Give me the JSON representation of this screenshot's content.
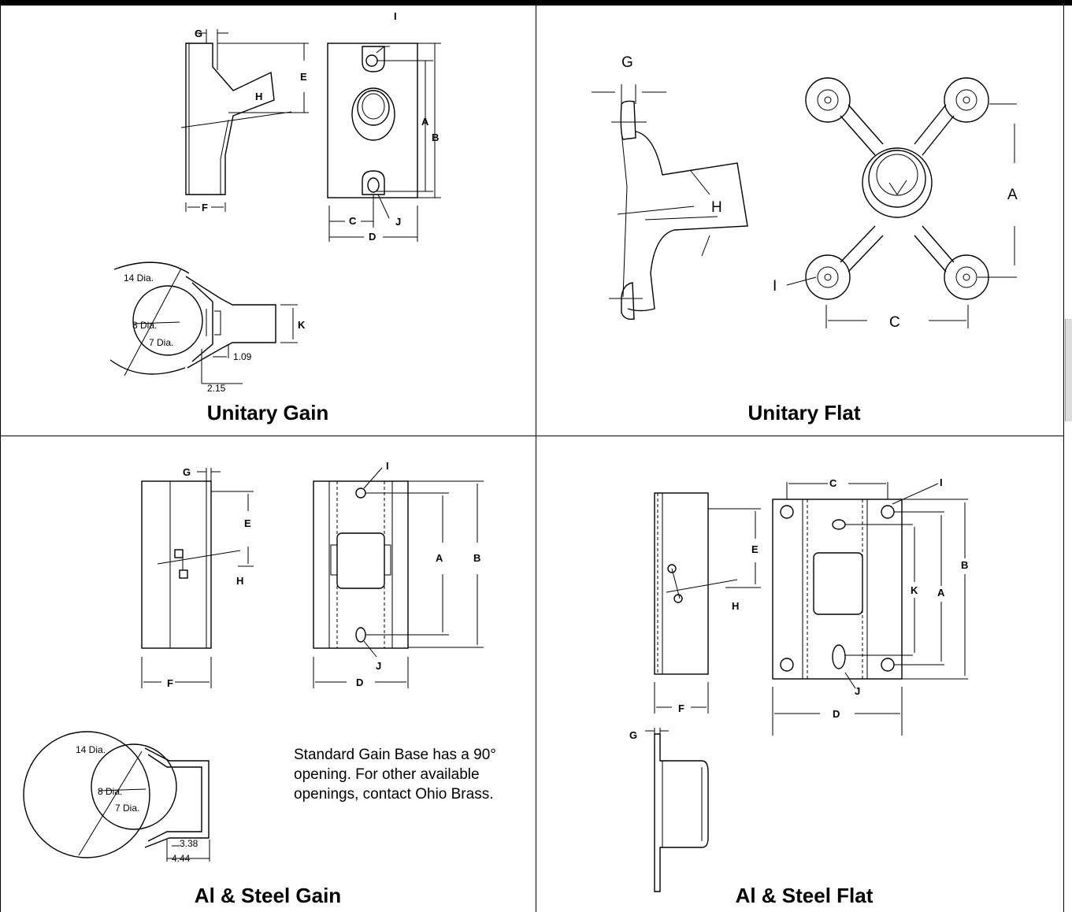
{
  "panels": {
    "unitary_gain": {
      "caption": "Unitary Gain",
      "labels": {
        "G": "G",
        "E": "E",
        "H": "H",
        "F": "F",
        "I": "I",
        "A": "A",
        "B": "B",
        "C": "C",
        "J": "J",
        "D": "D",
        "K": "K"
      },
      "dims": {
        "d14": "14 Dia.",
        "d8": "8 Dia.",
        "d7": "7 Dia.",
        "m1": "1.09",
        "m2": "2.15"
      }
    },
    "unitary_flat": {
      "caption": "Unitary Flat",
      "labels": {
        "G": "G",
        "H": "H",
        "A": "A",
        "I": "I",
        "C": "C"
      }
    },
    "al_steel_gain": {
      "caption": "Al & Steel Gain",
      "labels": {
        "G": "G",
        "E": "E",
        "H": "H",
        "F": "F",
        "I": "I",
        "A": "A",
        "B": "B",
        "J": "J",
        "D": "D"
      },
      "dims": {
        "d14": "14 Dia.",
        "d8": "8 Dia.",
        "d7": "7 Dia.",
        "m1": "3.38",
        "m2": "4.44"
      },
      "note": "Standard Gain Base has a 90° opening.  For other available openings, contact Ohio Brass."
    },
    "al_steel_flat": {
      "caption": "Al & Steel Flat",
      "labels": {
        "C": "C",
        "I": "I",
        "E": "E",
        "B": "B",
        "K": "K",
        "A": "A",
        "H": "H",
        "J": "J",
        "F": "F",
        "D": "D",
        "G": "G"
      }
    }
  }
}
